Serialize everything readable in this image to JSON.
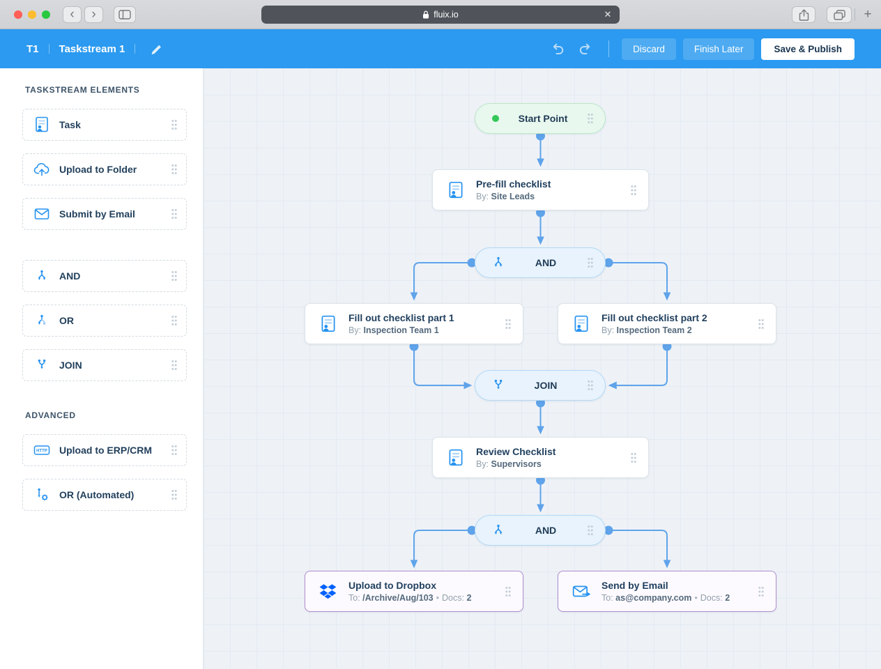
{
  "browser": {
    "url": "fluix.io",
    "new_tab": "+"
  },
  "header": {
    "stream_id": "T1",
    "stream_name": "Taskstream 1",
    "discard": "Discard",
    "finish_later": "Finish Later",
    "save_publish": "Save & Publish"
  },
  "sidebar": {
    "elements_heading": "TASKSTREAM ELEMENTS",
    "advanced_heading": "ADVANCED",
    "items": [
      {
        "label": "Task",
        "icon": "task-icon"
      },
      {
        "label": "Upload to Folder",
        "icon": "upload-to-folder-icon"
      },
      {
        "label": "Submit by Email",
        "icon": "submit-by-email-icon"
      },
      {
        "label": "AND",
        "icon": "and-icon"
      },
      {
        "label": "OR",
        "icon": "or-icon"
      },
      {
        "label": "JOIN",
        "icon": "join-icon"
      }
    ],
    "advanced_items": [
      {
        "label": "Upload to ERP/CRM",
        "icon": "erp-crm-http-icon",
        "badge": "HTTP"
      },
      {
        "label": "OR (Automated)",
        "icon": "or-automated-icon"
      }
    ]
  },
  "canvas": {
    "nodes": {
      "start": {
        "label": "Start Point"
      },
      "prefill": {
        "title": "Pre-fill checklist",
        "by_label": "By:",
        "by_value": "Site Leads"
      },
      "and1": {
        "label": "AND"
      },
      "part1": {
        "title": "Fill out checklist part 1",
        "by_label": "By:",
        "by_value": "Inspection Team 1"
      },
      "part2": {
        "title": "Fill out checklist part 2",
        "by_label": "By:",
        "by_value": "Inspection Team 2"
      },
      "join": {
        "label": "JOIN"
      },
      "review": {
        "title": "Review Checklist",
        "by_label": "By:",
        "by_value": "Supervisors"
      },
      "and2": {
        "label": "AND"
      },
      "dropbox": {
        "title": "Upload to Dropbox",
        "to_label": "To:",
        "to_value": "/Archive/Aug/103",
        "sep": "•",
        "docs_label": "Docs:",
        "docs_value": "2"
      },
      "email": {
        "title": "Send by Email",
        "to_label": "To:",
        "to_value": "as@company.com",
        "sep": "•",
        "docs_label": "Docs:",
        "docs_value": "2"
      }
    },
    "colors": {
      "connector": "#5fa3ea",
      "brand_blue": "#2b9af0",
      "icon_blue": "#2592f0",
      "start_green": "#34c759",
      "end_border_purple": "#b18ccd"
    }
  }
}
